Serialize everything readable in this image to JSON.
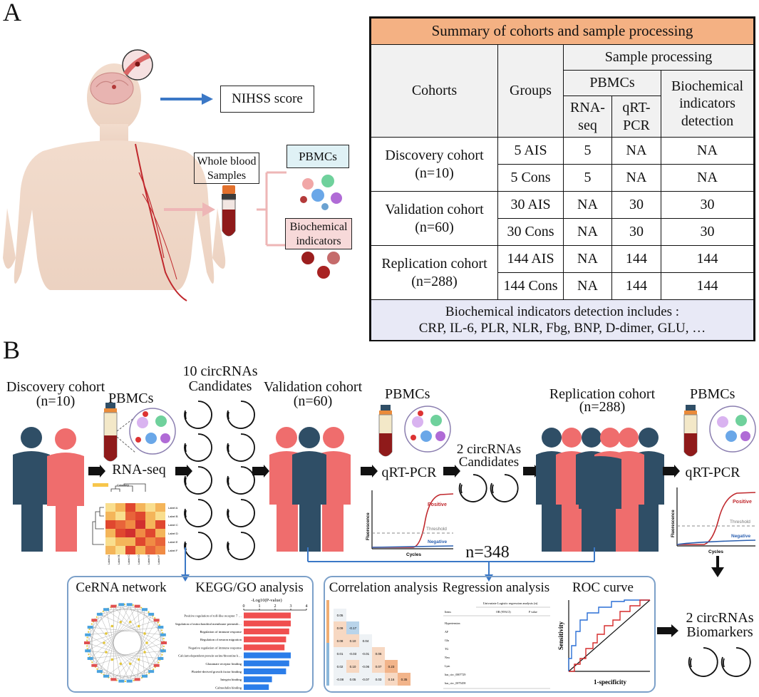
{
  "panel_a": {
    "letter": "A",
    "nihss_label": "NIHSS score",
    "whole_blood_label": "Whole blood Samples",
    "pbmcs_label": "PBMCs",
    "biochem_label": "Biochemical indicators",
    "table": {
      "title": "Summary of cohorts and sample processing",
      "col_cohorts": "Cohorts",
      "col_groups": "Groups",
      "col_sample_processing": "Sample processing",
      "col_pbmcs": "PBMCs",
      "col_biochem": "Biochemical indicators detection",
      "col_rnaseq": "RNA-seq",
      "col_qrtpcr": "qRT-PCR",
      "rows": [
        {
          "cohort": "Discovery cohort (n=10)",
          "group": "5 AIS",
          "rnaseq": "5",
          "qrtpcr": "NA",
          "biochem": "NA"
        },
        {
          "cohort": "",
          "group": "5 Cons",
          "rnaseq": "5",
          "qrtpcr": "NA",
          "biochem": "NA"
        },
        {
          "cohort": "Validation cohort (n=60)",
          "group": "30 AIS",
          "rnaseq": "NA",
          "qrtpcr": "30",
          "biochem": "30"
        },
        {
          "cohort": "",
          "group": "30 Cons",
          "rnaseq": "NA",
          "qrtpcr": "30",
          "biochem": "30"
        },
        {
          "cohort": "Replication cohort (n=288)",
          "group": "144 AIS",
          "rnaseq": "NA",
          "qrtpcr": "144",
          "biochem": "144"
        },
        {
          "cohort": "",
          "group": "144 Cons",
          "rnaseq": "NA",
          "qrtpcr": "144",
          "biochem": "144"
        }
      ],
      "footer_line1": "Biochemical indicators detection includes :",
      "footer_line2": "CRP, IL-6, PLR, NLR, Fbg, BNP, D-dimer, GLU, …"
    }
  },
  "panel_b": {
    "letter": "B",
    "discovery": "Discovery cohort",
    "discovery_n": "(n=10)",
    "pbmcs_1": "PBMCs",
    "candidates_10": "10 circRNAs",
    "candidates_10b": "Candidates",
    "validation": "Validation cohort",
    "validation_n": "(n=60)",
    "pbmcs_2": "PBMCs",
    "replication": "Replication cohort",
    "replication_n": "(n=288)",
    "pbmcs_3": "PBMCs",
    "rnaseq": "RNA-seq",
    "qrtpcr_1": "qRT-PCR",
    "qrtpcr_2": "qRT-PCR",
    "candidates_2": "2 circRNAs",
    "candidates_2b": "Candidates",
    "n348": "n=348",
    "color_key": "Color key",
    "heat_labels": [
      "Label A",
      "Label B",
      "Label C",
      "Label D",
      "Label E",
      "Label F"
    ],
    "pcr_positive": "Positive",
    "pcr_threshold": "Threshold",
    "pcr_negative": "Negative",
    "pcr_xlabel": "Cycles",
    "pcr_ylabel": "Fluorescence",
    "cerna": "CeRNA network",
    "kegg": "KEGG/GO analysis",
    "kegg_axis_title": "-Log10(P-value)",
    "kegg_ticks": [
      "0",
      "1",
      "2",
      "3",
      "4"
    ],
    "kegg_terms": [
      {
        "term": "Positive regulation of toll-like receptor 7 signaling pathway",
        "value": 3.0
      },
      {
        "term": "Regulation of mitochondrial membrane permeability involved in apoptotic process",
        "value": 3.0
      },
      {
        "term": "Regulation of immune response",
        "value": 2.9
      },
      {
        "term": "Regulation of neuron migration",
        "value": 2.7
      },
      {
        "term": "Negative regulation of immune response",
        "value": 2.6
      },
      {
        "term": "Calcium-dependent protein serine/threonine kinase activity",
        "value": 3.0
      },
      {
        "term": "Glutamate receptor binding",
        "value": 2.9
      },
      {
        "term": "Platelet-derived growth factor binding",
        "value": 2.7
      },
      {
        "term": "Integrin binding",
        "value": 1.8
      },
      {
        "term": "Calmodulin binding",
        "value": 1.6
      }
    ],
    "corr": "Correlation analysis",
    "corr_values": [
      "0.05",
      "0.09",
      "-0.17",
      "0.08",
      "0.10",
      "0.04",
      "0.01",
      "-0.03",
      "-0.01",
      "0.06",
      "0.02",
      "0.10",
      "-0.06",
      "0.07",
      "0.23",
      "-0.08",
      "0.05",
      "-0.07",
      "0.03",
      "0.16",
      "0.35"
    ],
    "regression": "Regression analysis",
    "reg_header": "Univariate Logistic regression analysis (n)",
    "reg_cols": [
      "Items",
      "OR (95%CI)",
      "P value"
    ],
    "reg_rows": [
      "Hypertension",
      "AF",
      "Glu",
      "TG",
      "Neu",
      "Lym",
      "has_circ_0007729",
      "has_circ_0075458"
    ],
    "roc": "ROC curve",
    "roc_ylabel": "Sensitivity",
    "roc_xlabel": "1-specificity",
    "biomarkers": "2 circRNAs",
    "biomarkers_b": "Biomarkers"
  },
  "colors": {
    "table_title_bg": "#f4b183",
    "table_footer_bg": "#e8e9f6",
    "person_blue": "#2f4e66",
    "person_red": "#ef6d6d",
    "arrow_blue": "#3b78c6",
    "bar_red": "#f04f4f",
    "bar_blue": "#2b7de9",
    "pcr_red": "#c0282d",
    "pcr_blue": "#2a5fb0"
  }
}
